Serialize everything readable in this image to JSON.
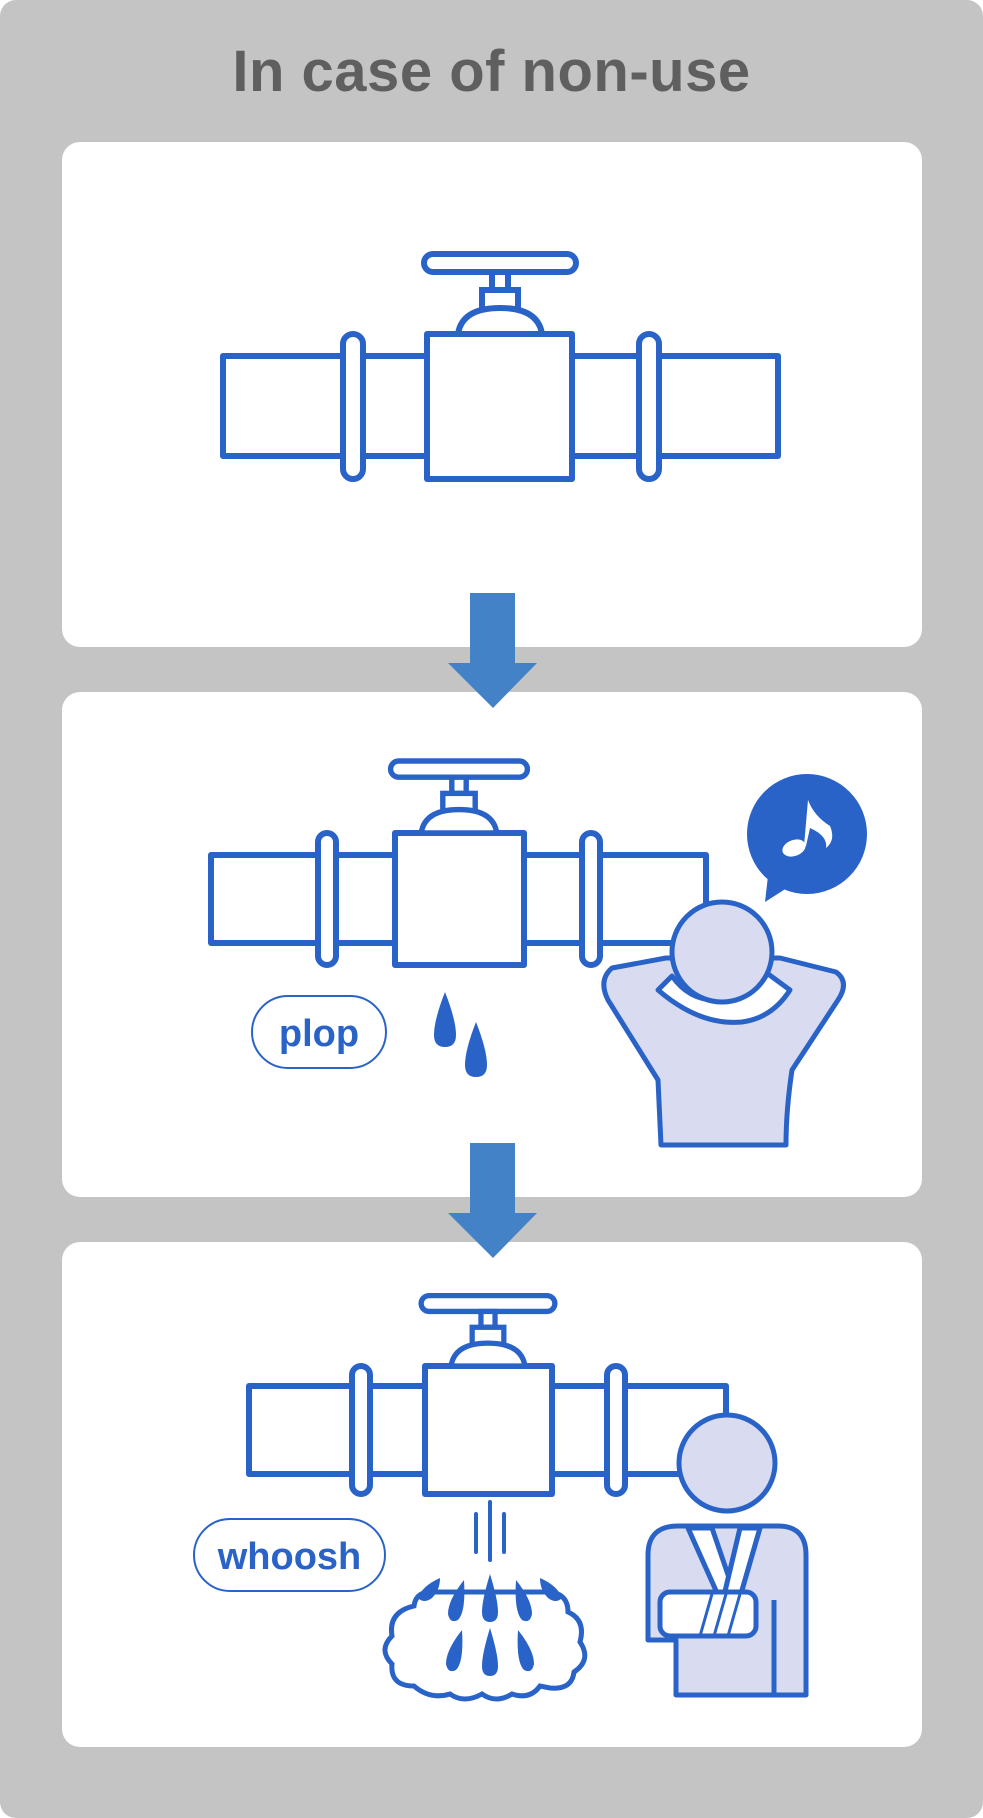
{
  "title": "In case of non-use",
  "colors": {
    "outer_background": "#c4c4c4",
    "panel": "#ffffff",
    "line_blue": "#2a63c8",
    "arrow_blue": "#4482c8",
    "person_fill": "#d9dcf0",
    "title_gray": "#5f5f5f"
  },
  "panels": [
    {
      "stage": "intact-valve",
      "sound_label": ""
    },
    {
      "stage": "dripping-valve",
      "sound_label": "plop",
      "icons": [
        "music-note-icon",
        "person-relaxing-icon",
        "water-drop-icon"
      ]
    },
    {
      "stage": "bursting-valve",
      "sound_label": "whoosh",
      "icons": [
        "water-splash-icon",
        "person-injured-arm-sling-icon"
      ]
    }
  ]
}
